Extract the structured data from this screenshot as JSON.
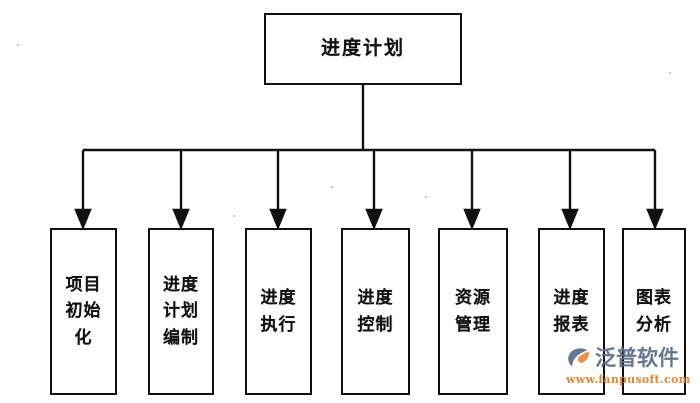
{
  "diagram": {
    "type": "organizational-tree",
    "title_node": {
      "id": "root",
      "label": "进度计划"
    },
    "children": [
      {
        "id": "leaf-1",
        "label": "项目\n初始\n化"
      },
      {
        "id": "leaf-2",
        "label": "进度\n计划\n编制"
      },
      {
        "id": "leaf-3",
        "label": "进度\n执行"
      },
      {
        "id": "leaf-4",
        "label": "进度\n控制"
      },
      {
        "id": "leaf-5",
        "label": "资源\n管理"
      },
      {
        "id": "leaf-6",
        "label": "进度\n报表"
      },
      {
        "id": "leaf-7",
        "label": "图表\n分析"
      }
    ]
  },
  "watermark": {
    "brand": "泛普软件",
    "url": "www.fanpusoft.com",
    "brand_color": "#5b6b86",
    "accent_color": "#e07b20"
  },
  "style": {
    "background": "#ffffff",
    "stroke": "#111111"
  }
}
